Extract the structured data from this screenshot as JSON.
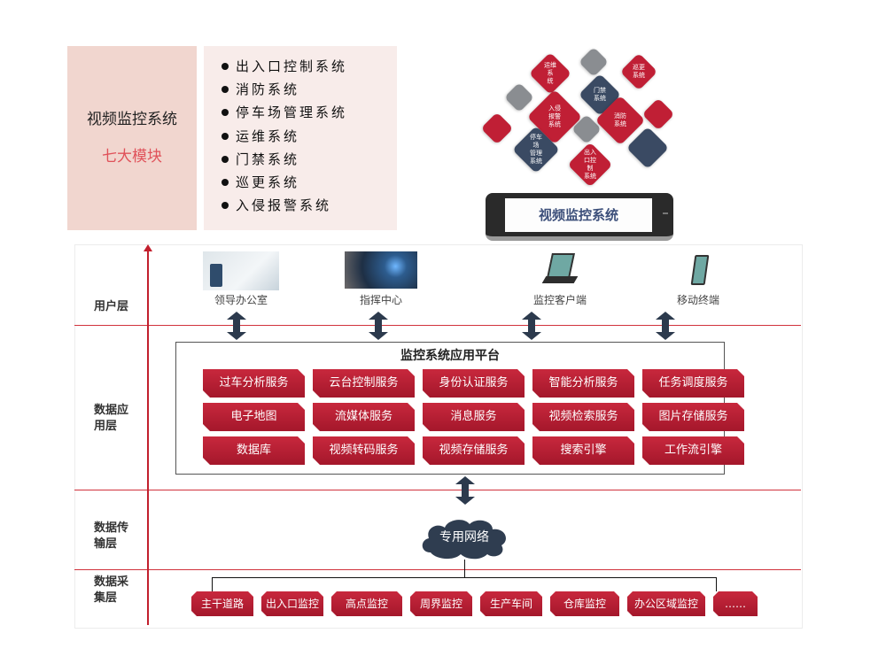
{
  "intro": {
    "title": "视频监控系统",
    "subtitle": "七大模块",
    "modules": [
      "出入口控制系统",
      "消防系统",
      "停车场管理系统",
      "运维系统",
      "门禁系统",
      "巡更系统",
      "入侵报警系统"
    ]
  },
  "graphic": {
    "diamonds": [
      {
        "label": "运维系\n统",
        "color": "red"
      },
      {
        "label": "",
        "color": "gray"
      },
      {
        "label": "巡更系统",
        "color": "red"
      },
      {
        "label": "",
        "color": "gray"
      },
      {
        "label": "门禁\n系统",
        "color": "navy"
      },
      {
        "label": "入侵\n报警\n系统",
        "color": "red"
      },
      {
        "label": "",
        "color": "red"
      },
      {
        "label": "",
        "color": "gray"
      },
      {
        "label": "消防\n系统",
        "color": "red"
      },
      {
        "label": "",
        "color": "red"
      },
      {
        "label": "停车场\n管理系统",
        "color": "navy"
      },
      {
        "label": "出入口控制\n系统",
        "color": "red"
      },
      {
        "label": "",
        "color": "navy"
      }
    ],
    "tablet_title": "视频监控系统",
    "colors": {
      "red": "#c01f35",
      "navy": "#3a4a63",
      "gray": "#8a8d91"
    }
  },
  "architecture": {
    "layers": [
      {
        "label": "用户层"
      },
      {
        "label": "数据应\n用层"
      },
      {
        "label": "数据传\n输层"
      },
      {
        "label": "数据采\n集层"
      }
    ],
    "user_endpoints": [
      {
        "label": "领导办公室",
        "icon": "office-photo"
      },
      {
        "label": "指挥中心",
        "icon": "command-center-photo"
      },
      {
        "label": "监控客户端",
        "icon": "laptop-icon"
      },
      {
        "label": "移动终端",
        "icon": "mobile-phone-icon"
      }
    ],
    "platform": {
      "title": "监控系统应用平台",
      "services": [
        "过车分析服务",
        "云台控制服务",
        "身份认证服务",
        "智能分析服务",
        "任务调度服务",
        "电子地图",
        "流媒体服务",
        "消息服务",
        "视频检索服务",
        "图片存储服务",
        "数据库",
        "视频转码服务",
        "视频存储服务",
        "搜索引擎",
        "工作流引擎"
      ]
    },
    "network": {
      "label": "专用网络"
    },
    "collection_points": [
      "主干道路",
      "出入口监控",
      "高点监控",
      "周界监控",
      "生产车间",
      "仓库监控",
      "办公区域监控",
      "……"
    ],
    "accent_color": "#c21f2d"
  }
}
